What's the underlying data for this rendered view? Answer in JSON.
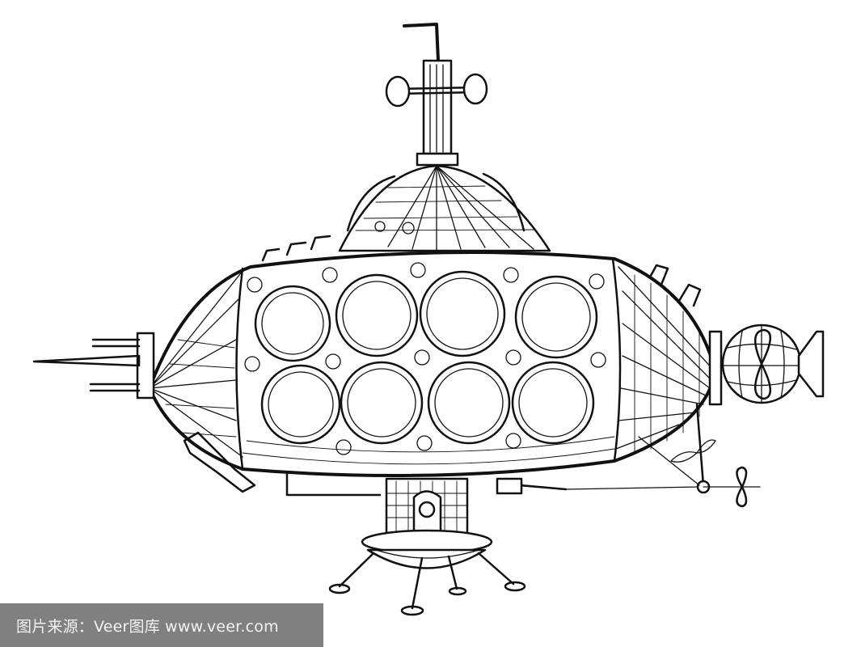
{
  "image": {
    "description": "Black ink hand-drawn sketch of a fantastical steampunk submarine with eight round portholes, domed conning tower with periscope mast, caged rear propeller, and a lander-style base with four legs",
    "background_color": "#ffffff",
    "ink_color": "#111111"
  },
  "subject": {
    "hull": {
      "portholes_top_row": 4,
      "portholes_bottom_row": 4
    },
    "dome": {
      "has_periscope": true,
      "side_fans": 2
    },
    "bow": {
      "spikes": 3
    },
    "stern": {
      "caged_propeller": true,
      "small_propellers": 2
    },
    "base": {
      "legs": 4
    }
  },
  "watermark": {
    "text": "图片来源：Veer图库 www.veer.com",
    "background_color": "#808080",
    "text_color": "#f2f2f2"
  }
}
